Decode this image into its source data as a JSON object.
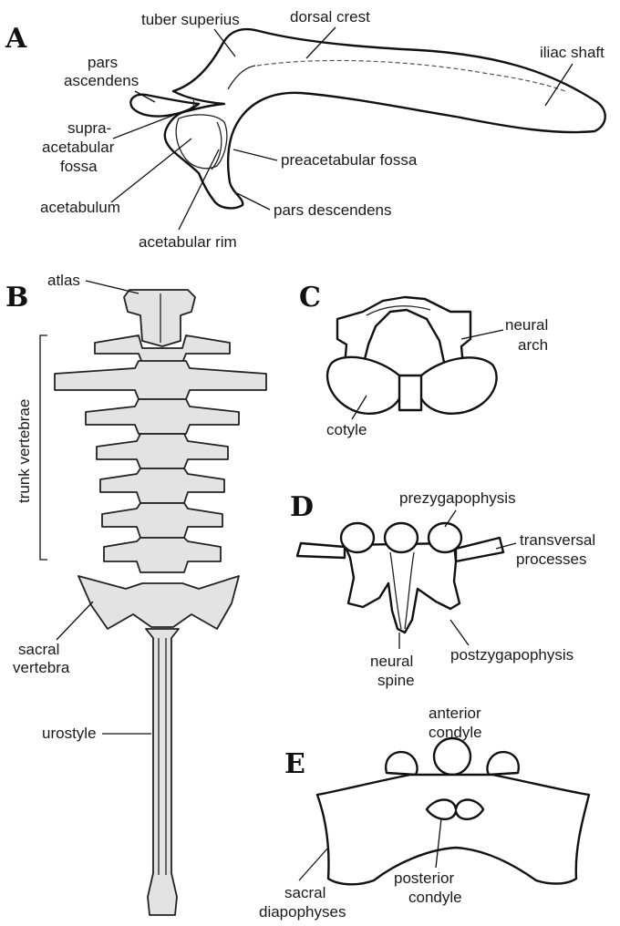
{
  "panels": {
    "a": "A",
    "b": "B",
    "c": "C",
    "d": "D",
    "e": "E"
  },
  "a": {
    "tuber_superius": "tuber superius",
    "dorsal_crest": "dorsal crest",
    "iliac_shaft": "iliac shaft",
    "pars_ascendens_1": "pars",
    "pars_ascendens_2": "ascendens",
    "supra_1": "supra-",
    "supra_2": "acetabular",
    "supra_3": "fossa",
    "preacetabular_fossa": "preacetabular fossa",
    "acetabulum": "acetabulum",
    "pars_descendens": "pars descendens",
    "acetabular_rim": "acetabular rim"
  },
  "b": {
    "atlas": "atlas",
    "trunk_vertebrae": "trunk vertebrae",
    "sacral_1": "sacral",
    "sacral_2": "vertebra",
    "urostyle": "urostyle"
  },
  "c": {
    "neural_1": "neural",
    "neural_2": "arch",
    "cotyle": "cotyle"
  },
  "d": {
    "prezygapophysis": "prezygapophysis",
    "transversal_1": "transversal",
    "transversal_2": "processes",
    "neural_spine_1": "neural",
    "neural_spine_2": "spine",
    "postzygapophysis": "postzygapophysis"
  },
  "e": {
    "anterior_1": "anterior",
    "anterior_2": "condyle",
    "posterior_1": "posterior",
    "posterior_2": "condyle",
    "sacral_diap_1": "sacral",
    "sacral_diap_2": "diapophyses"
  }
}
